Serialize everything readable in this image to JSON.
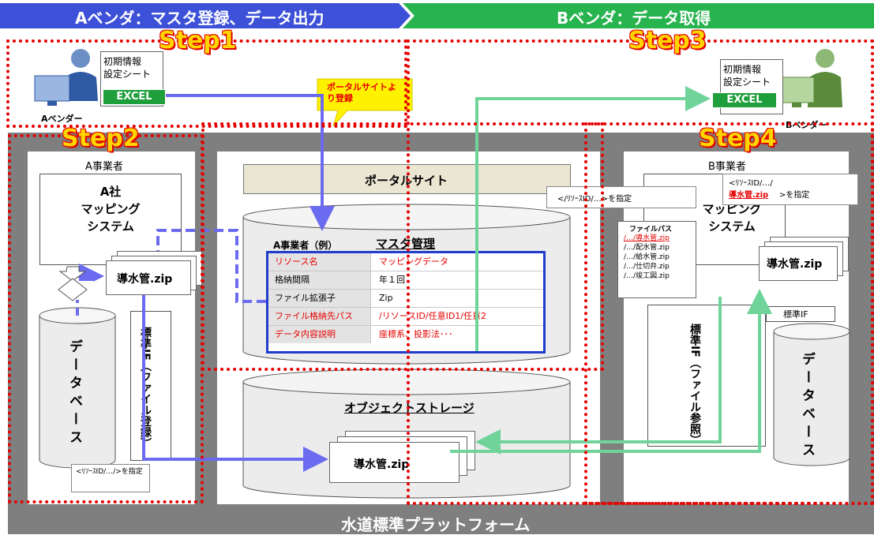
{
  "header": {
    "left": "Aベンダ：マスタ登録、データ出力",
    "right": "Bベンダ：データ取得"
  },
  "steps": [
    "Step1",
    "Step2",
    "Step3",
    "Step4"
  ],
  "a_vendor": {
    "sheet_line1": "初期情報",
    "sheet_line2": "設定シート",
    "excel": "EXCEL",
    "person": "Aベンダー"
  },
  "b_vendor": {
    "sheet_line1": "初期情報",
    "sheet_line2": "設定シート",
    "excel": "EXCEL",
    "person": "Bベンダー"
  },
  "callout_portal": "ポータルサイトより登録",
  "a_operator": {
    "title": "A事業者",
    "system": "A社\nマッピング\nシステム",
    "zip": "導水管.zip",
    "db": "データベース",
    "if": "標準IF（ファイル登録）",
    "note": "<ﾘｿｰｽID/…/>を指定"
  },
  "portal": {
    "title": "ポータルサイト",
    "master_operator": "A事業者（例）",
    "master_title": "マスタ管理",
    "rows": [
      {
        "key": "リソース名",
        "value": "マッピングデータ",
        "red": true
      },
      {
        "key": "格納間隔",
        "value": "年１回",
        "red": false
      },
      {
        "key": "ファイル拡張子",
        "value": "Zip",
        "red": false
      },
      {
        "key": "ファイル格納先パス",
        "value": "/リソースID/任意ID1/任意2",
        "red": true
      },
      {
        "key": "データ内容説明",
        "value": "座標系、投影法･･･",
        "red": true
      }
    ]
  },
  "storage": {
    "title": "オブジェクトストレージ",
    "zip": "導水管.zip"
  },
  "b_operator": {
    "title": "B事業者",
    "system": "B社\nマッピング\nシステム",
    "zip": "導水管.zip",
    "std_if_label": "標準IF",
    "db": "データベース",
    "if": "標準IF（ファイル参照）",
    "callout1": "</ﾘｿｰｽID/…>を指定",
    "callout2_line1": "<ﾘｿｰｽID/…/",
    "callout2_zip": "導水管.zip",
    "callout2_tail": ">を指定",
    "filepath_title": "ファイルパス",
    "filepaths": [
      "/…/導水管.zip",
      "/…/配水管.zip",
      "/…/給水管.zip",
      "/…/仕切弁.zip",
      "/…/竣工図.zip"
    ]
  },
  "footer": "水道標準プラットフォーム",
  "colors": {
    "platform_gray": "#7f7f7f",
    "header_blue": "#3c50d8",
    "header_green": "#27b34e",
    "arrow_blue": "#6b6bf0",
    "arrow_green": "#6fd39a",
    "dotted_red": "#e60000",
    "step_yellow": "#ffd400"
  }
}
